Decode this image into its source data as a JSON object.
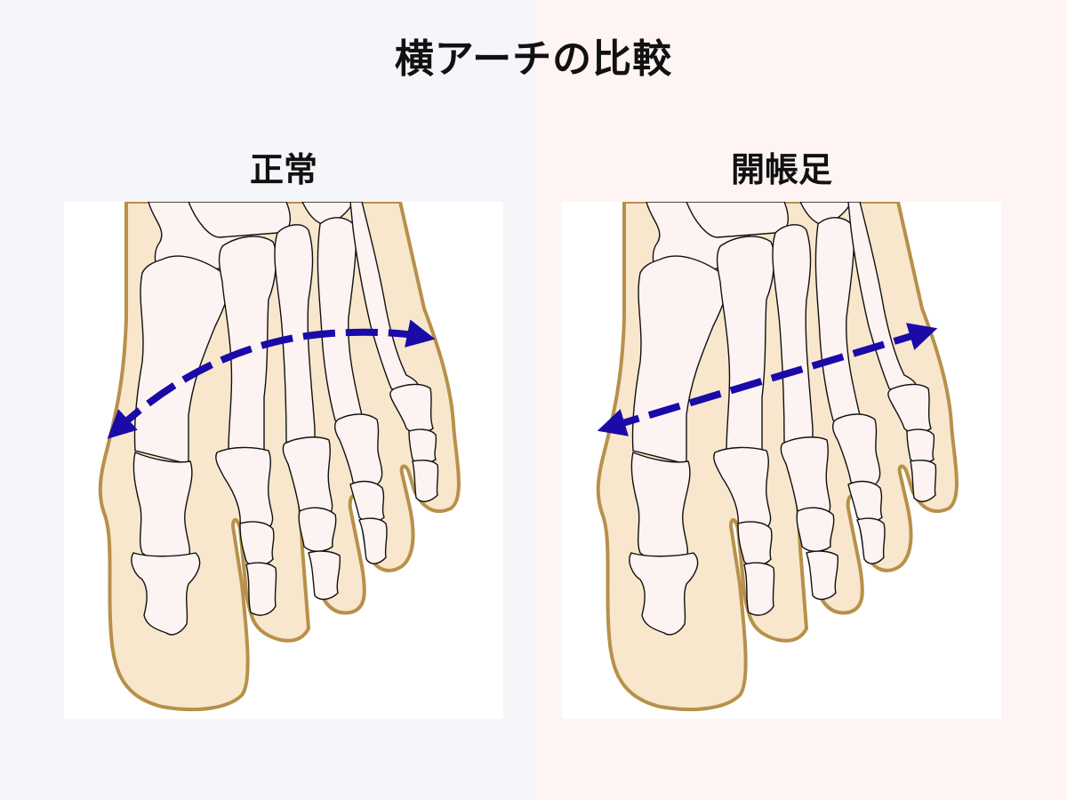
{
  "title": "横アーチの比較",
  "colors": {
    "background_left": "#f5f6fa",
    "background_right": "#fef4f3",
    "skin_fill": "#f8e7cc",
    "skin_outline": "#b8904a",
    "bone_fill": "#fdf3f2",
    "bone_outline": "#111111",
    "arrow": "#1a0aa8"
  },
  "panels": [
    {
      "label": "正常",
      "description": "Normal foot: transverse arch shown as a curved dashed double-headed arrow across the metatarsals",
      "arrow_type": "curved-dashed-double-headed"
    },
    {
      "label": "開帳足",
      "description": "Splay foot: transverse arch flattened, shown as a straight dashed double-headed arrow across the metatarsals",
      "arrow_type": "straight-dashed-double-headed"
    }
  ]
}
